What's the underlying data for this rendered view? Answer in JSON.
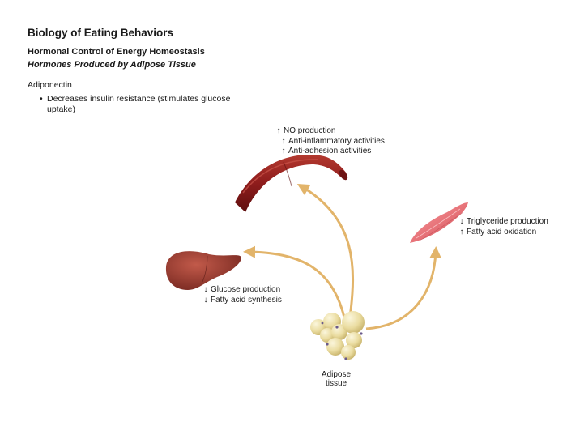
{
  "header": {
    "title": "Biology of Eating Behaviors",
    "subtitle": "Hormonal Control of Energy Homeostasis",
    "section": "Hormones Produced by Adipose Tissue"
  },
  "hormone": {
    "name": "Adiponectin",
    "bullet_symbol": "•",
    "bullet_text": "Decreases insulin resistance (stimulates glucose uptake)"
  },
  "effects": {
    "blood_vessel": [
      {
        "arrow": "↑",
        "text": "NO production"
      },
      {
        "arrow": "↑",
        "text": "Anti-inflammatory activities"
      },
      {
        "arrow": "↑",
        "text": "Anti-adhesion activities"
      }
    ],
    "muscle": [
      {
        "arrow": "↓",
        "text": "Triglyceride production"
      },
      {
        "arrow": "↑",
        "text": "Fatty acid oxidation"
      }
    ],
    "liver": [
      {
        "arrow": "↓",
        "text": "Glucose production"
      },
      {
        "arrow": "↓",
        "text": "Fatty acid synthesis"
      }
    ]
  },
  "labels": {
    "adipose_line1": "Adipose",
    "adipose_line2": "tissue"
  },
  "colors": {
    "arrow": "#e2b46a",
    "vessel": "#8e1c1c",
    "liver": "#9c3a2e",
    "muscle": "#e8747a",
    "fat_cell": "#eadca0"
  }
}
